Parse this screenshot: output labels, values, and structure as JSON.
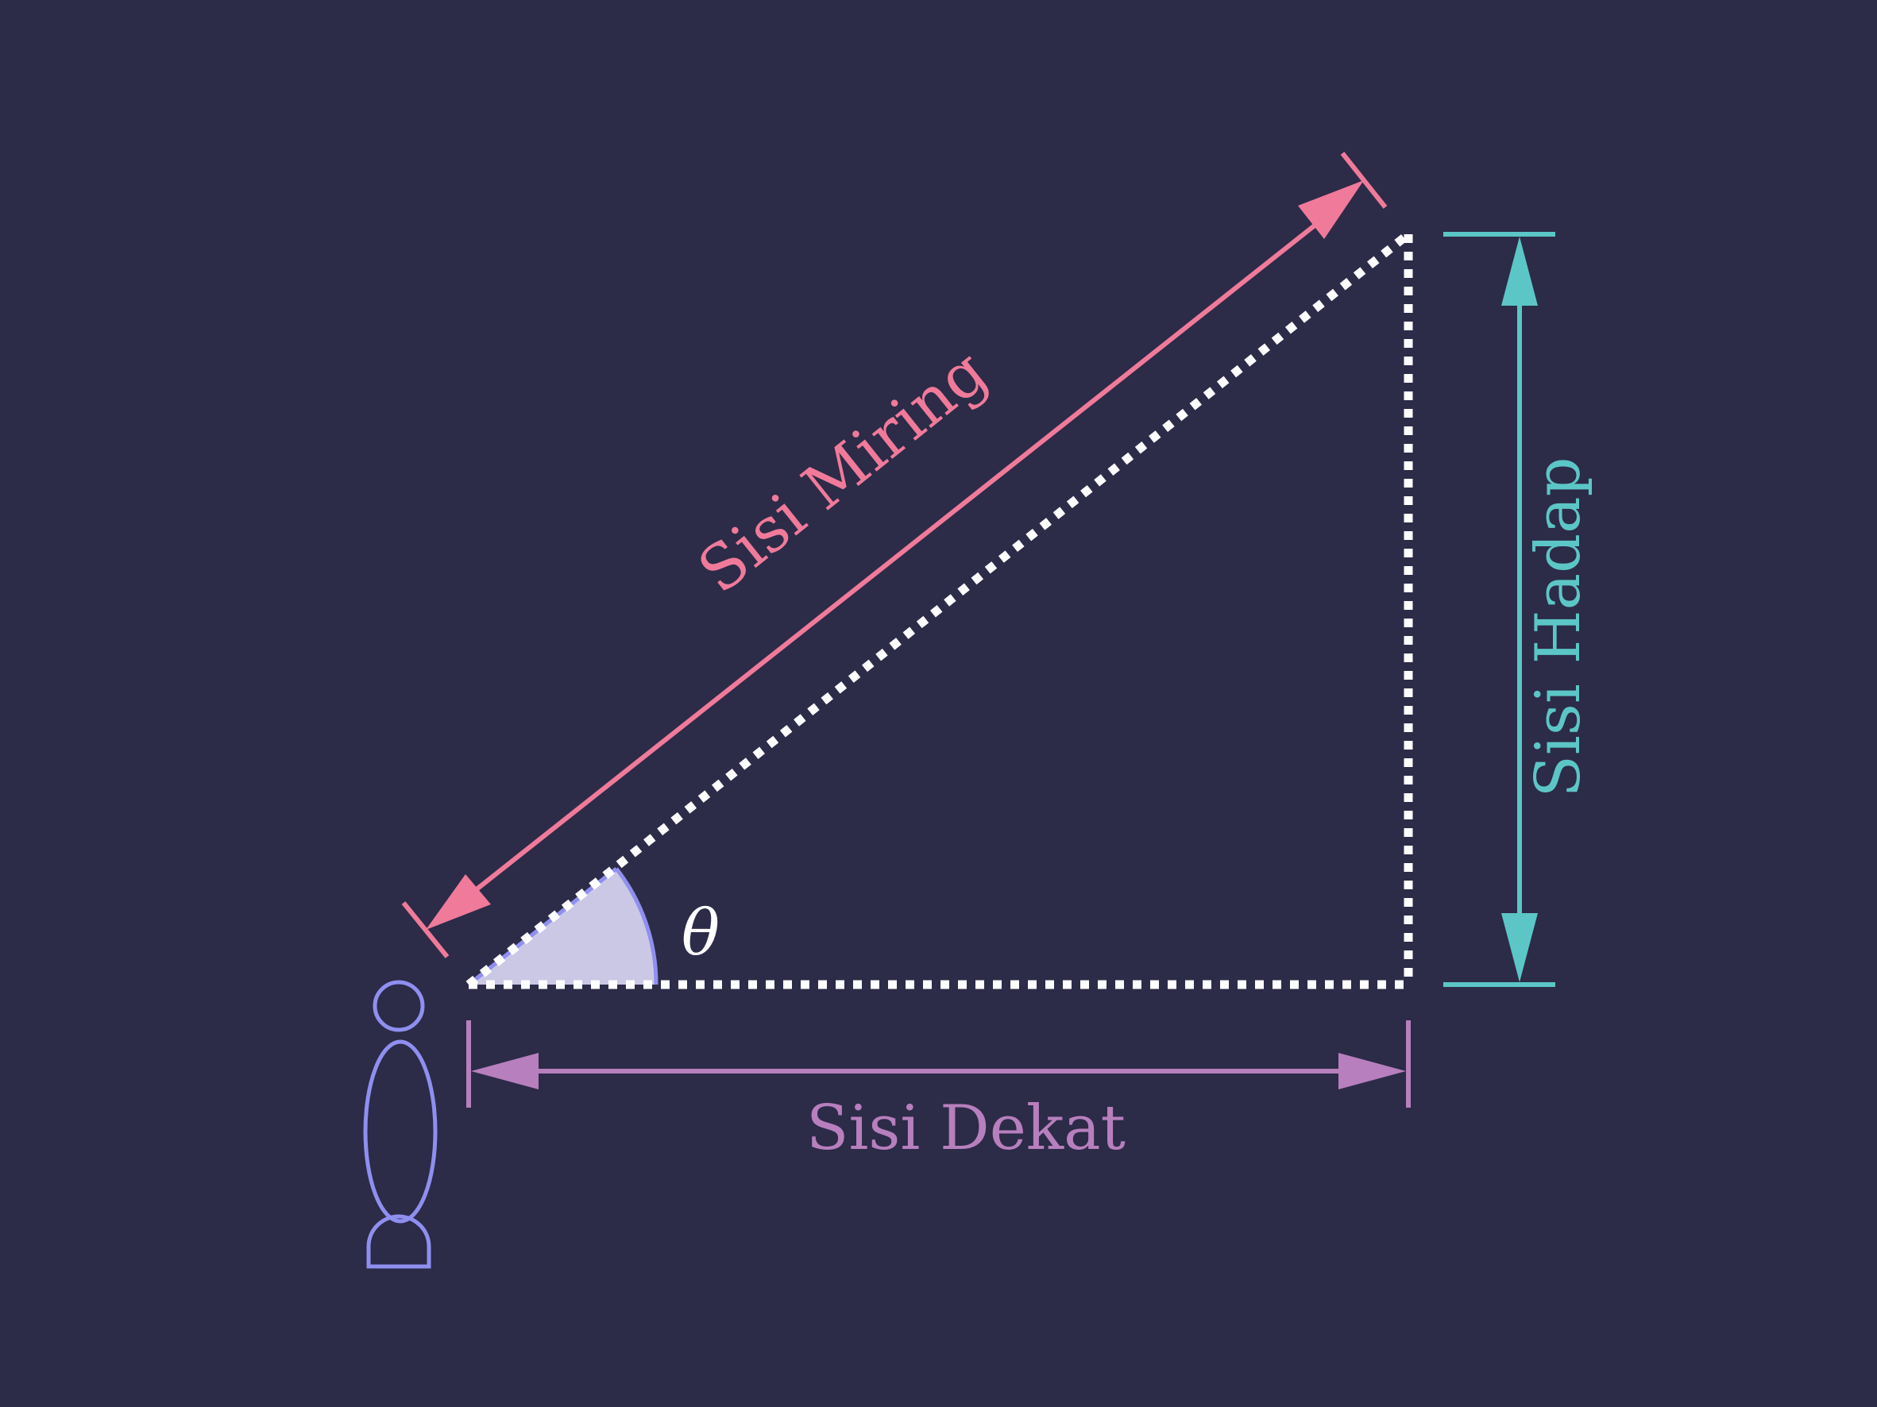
{
  "diagram": {
    "labels": {
      "hypotenuse": "Sisi Miring",
      "opposite": "Sisi Hadap",
      "adjacent": "Sisi Dekat",
      "angle": "θ"
    },
    "colors": {
      "background": "#2c2b48",
      "triangle": "#ffffff",
      "hypotenuse": "#f07a9a",
      "opposite": "#5cc6c6",
      "adjacent": "#b77fbd",
      "angle_stroke": "#8f8ff0",
      "angle_fill": "#cbc8e6",
      "observer": "#8f8ff0"
    },
    "icons": {
      "observer": "person-icon"
    }
  }
}
